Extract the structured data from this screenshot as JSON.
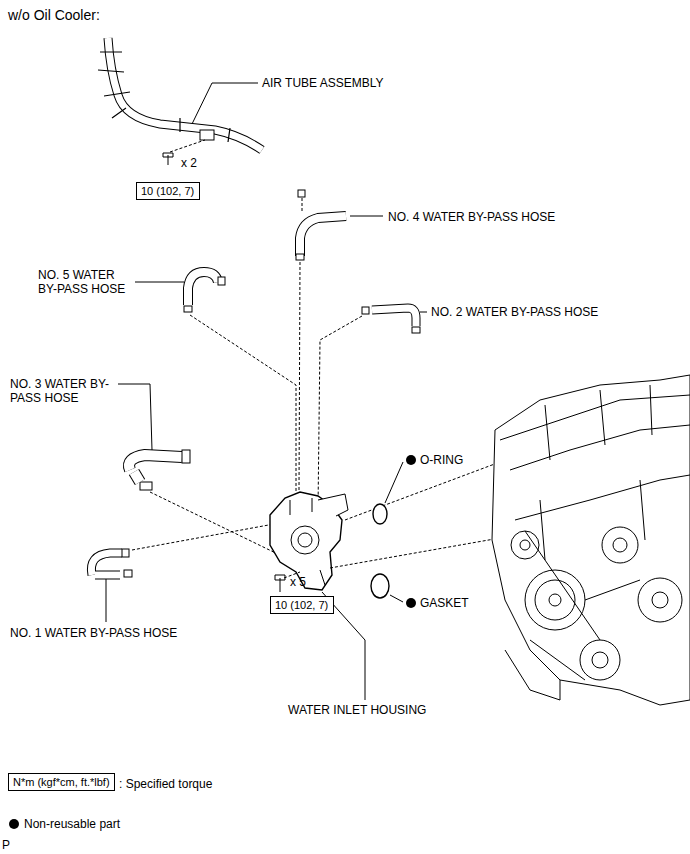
{
  "diagram": {
    "title": "w/o Oil Cooler:",
    "nodes": [
      {
        "text": [
          "10 (102, 7)"
        ]
      },
      {
        "text": [
          "10 (102, 7)"
        ]
      },
      {
        "text": [
          "N*m (kgf*cm, ft.*lbf)"
        ]
      }
    ],
    "labels": [
      "AIR TUBE ASSEMBLY",
      "x 2",
      "NO. 4 WATER BY-PASS HOSE",
      "NO. 5 WATER BY-PASS HOSE",
      "NO. 2 WATER BY-PASS HOSE",
      "NO. 3 WATER BY-PASS HOSE",
      "O-RING",
      "x 5",
      "GASKET",
      "NO. 1 WATER BY-PASS HOSE",
      "WATER INLET HOUSING",
      "P"
    ],
    "legend": [
      {
        "text": ": Specified torque"
      },
      {
        "text": "Non-reusable part"
      }
    ]
  }
}
